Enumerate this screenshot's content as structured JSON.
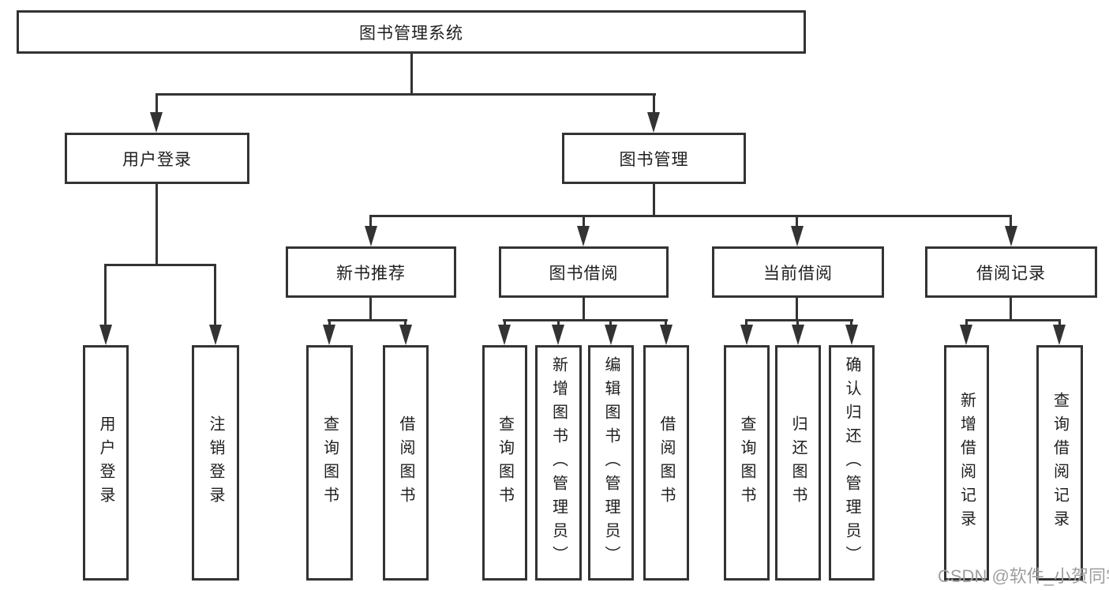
{
  "tree": {
    "root": {
      "label": "图书管理系统"
    },
    "branches": [
      {
        "label": "用户登录",
        "children": [
          {
            "label": "用户登录"
          },
          {
            "label": "注销登录"
          }
        ]
      },
      {
        "label": "图书管理",
        "children": [
          {
            "label": "新书推荐",
            "children": [
              {
                "label": "查询图书"
              },
              {
                "label": "借阅图书"
              }
            ]
          },
          {
            "label": "图书借阅",
            "children": [
              {
                "label": "查询图书"
              },
              {
                "label": "新增图书（管理员）"
              },
              {
                "label": "编辑图书（管理员）"
              },
              {
                "label": "借阅图书"
              }
            ]
          },
          {
            "label": "当前借阅",
            "children": [
              {
                "label": "查询图书"
              },
              {
                "label": "归还图书"
              },
              {
                "label": "确认归还（管理员）"
              }
            ]
          },
          {
            "label": "借阅记录",
            "children": [
              {
                "label": "新增借阅记录"
              },
              {
                "label": "查询借阅记录"
              }
            ]
          }
        ]
      }
    ]
  },
  "watermark": {
    "text": "CSDN @软件_小贺同学"
  },
  "colors": {
    "line": "#333333",
    "text": "#1e1e1e",
    "watermark": "#9e9e9e",
    "background": "#ffffff"
  }
}
